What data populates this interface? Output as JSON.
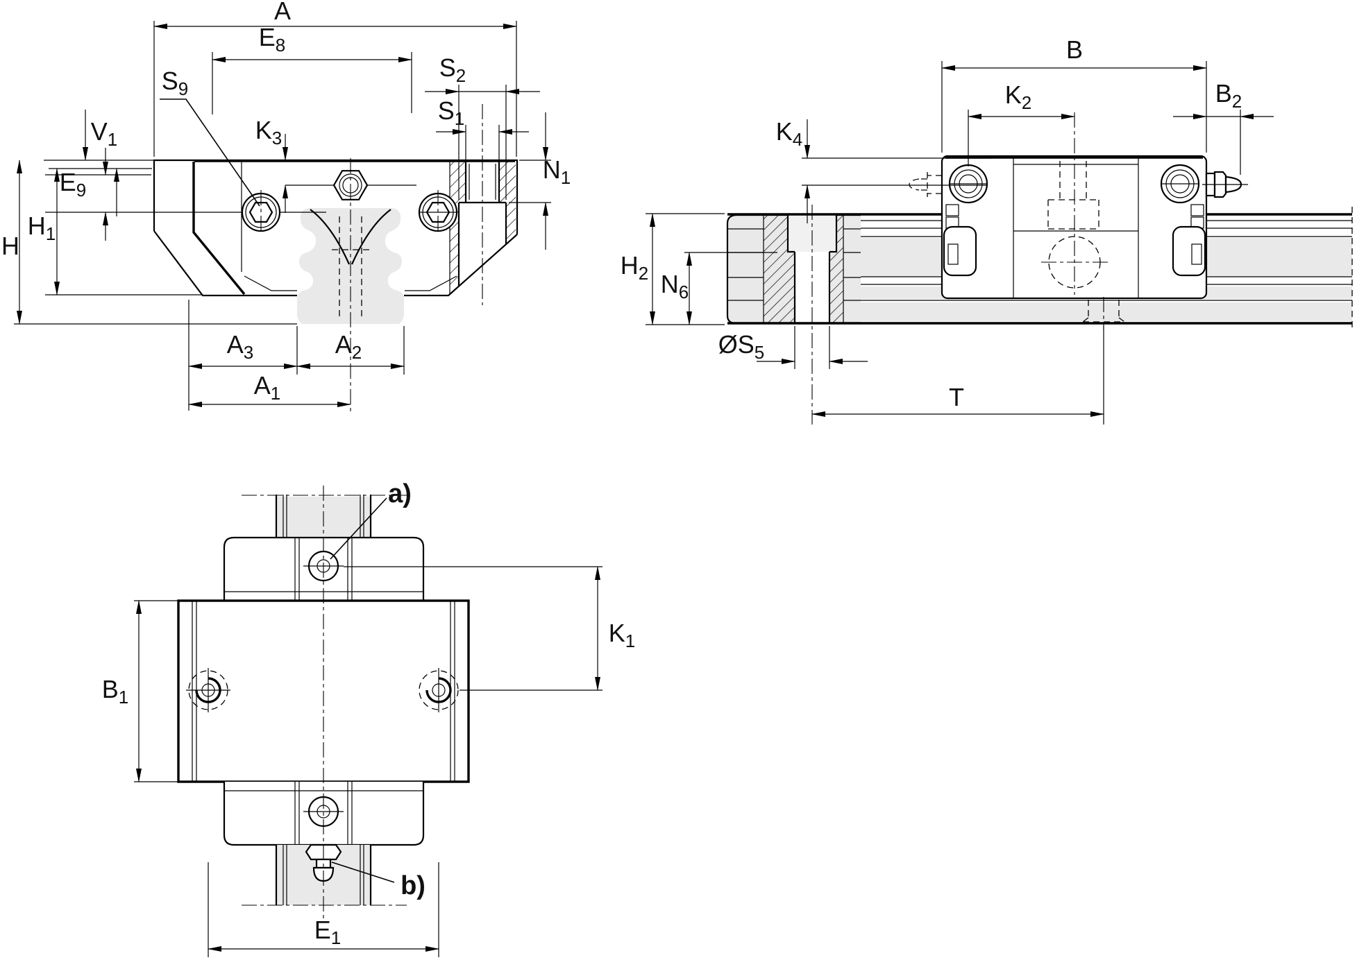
{
  "drawing_type": "technical-dimension-drawing",
  "colors": {
    "line": "#000000",
    "background": "#ffffff",
    "rail_fill": "#e9e9e9"
  },
  "labels": {
    "a_dim": {
      "t": "A"
    },
    "e8": {
      "t": "E",
      "s": "8"
    },
    "s9": {
      "t": "S",
      "s": "9"
    },
    "s2": {
      "t": "S",
      "s": "2"
    },
    "s1": {
      "t": "S",
      "s": "1"
    },
    "v1": {
      "t": "V",
      "s": "1"
    },
    "k3": {
      "t": "K",
      "s": "3"
    },
    "e9": {
      "t": "E",
      "s": "9"
    },
    "h1": {
      "t": "H",
      "s": "1"
    },
    "h": {
      "t": "H"
    },
    "n1": {
      "t": "N",
      "s": "1"
    },
    "a3": {
      "t": "A",
      "s": "3"
    },
    "a2": {
      "t": "A",
      "s": "2"
    },
    "a1": {
      "t": "A",
      "s": "1"
    },
    "b": {
      "t": "B"
    },
    "k2": {
      "t": "K",
      "s": "2"
    },
    "b2": {
      "t": "B",
      "s": "2"
    },
    "k4": {
      "t": "K",
      "s": "4"
    },
    "h2": {
      "t": "H",
      "s": "2"
    },
    "n6": {
      "t": "N",
      "s": "6"
    },
    "s5": {
      "p": "Ø",
      "t": "S",
      "s": "5"
    },
    "t": {
      "t": "T"
    },
    "k1": {
      "t": "K",
      "s": "1"
    },
    "b1": {
      "t": "B",
      "s": "1"
    },
    "e1": {
      "t": "E",
      "s": "1"
    },
    "note_a": {
      "t": "a)"
    },
    "note_b": {
      "t": "b)"
    }
  }
}
